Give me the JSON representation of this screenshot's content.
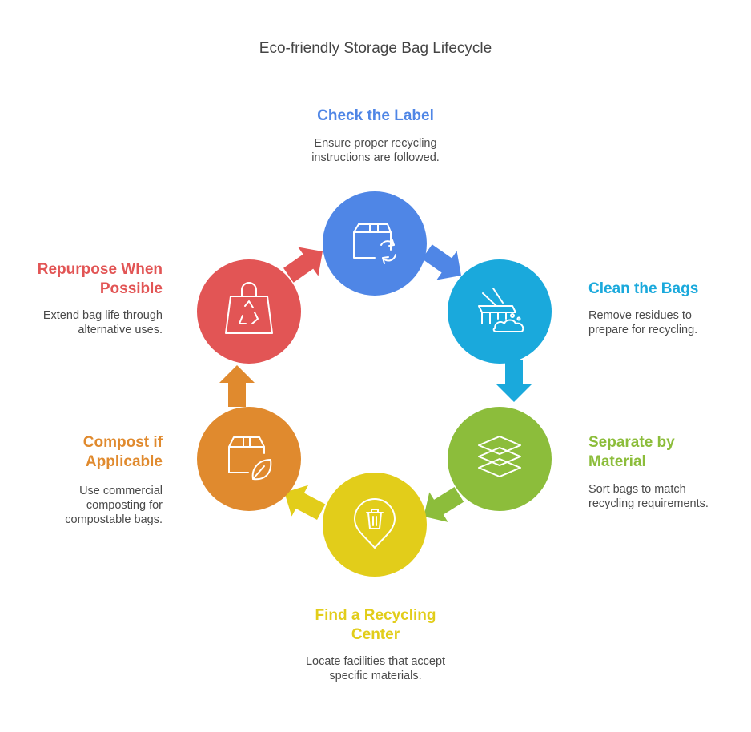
{
  "title": "Eco-friendly Storage Bag Lifecycle",
  "colors": {
    "blue": "#4F86E6",
    "cyan": "#1AA9DC",
    "green": "#8CBD3B",
    "yellow": "#E2CD1A",
    "orange": "#E08A2E",
    "red": "#E25555"
  },
  "steps": [
    {
      "title": "Check the Label",
      "description": "Ensure proper recycling instructions are followed.",
      "icon": "box-recycle-icon"
    },
    {
      "title": "Clean the Bags",
      "description": "Remove residues to prepare for recycling.",
      "icon": "cleaning-icon"
    },
    {
      "title": "Separate by Material",
      "description": "Sort bags to match recycling requirements.",
      "icon": "layers-icon"
    },
    {
      "title": "Find a Recycling Center",
      "description": "Locate facilities that accept specific materials.",
      "icon": "location-trash-icon"
    },
    {
      "title": "Compost if Applicable",
      "description": "Use commercial composting for compostable bags.",
      "icon": "box-leaf-icon"
    },
    {
      "title": "Repurpose When Possible",
      "description": "Extend bag life through alternative uses.",
      "icon": "bag-recycle-icon"
    }
  ]
}
